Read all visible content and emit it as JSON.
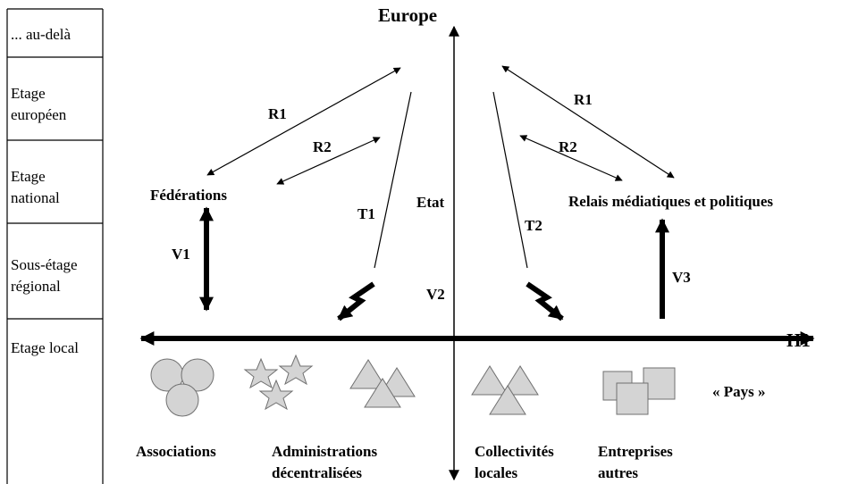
{
  "levels": [
    [
      "... au-delà"
    ],
    [
      "Etage",
      "européen"
    ],
    [
      "Etage",
      "national"
    ],
    [
      "Sous-étage",
      "régional"
    ],
    [
      "Etage local"
    ]
  ],
  "axes": {
    "vertical_top": "Europe",
    "vertical_middle": "Etat",
    "horizontal_right": "H1"
  },
  "links": {
    "r1_left": "R1",
    "r2_left": "R2",
    "r1_right": "R1",
    "r2_right": "R2",
    "t1": "T1",
    "t2": "T2",
    "v1": "V1",
    "v2": "V2",
    "v3": "V3"
  },
  "nodes": {
    "federations": "Fédérations",
    "relais": "Relais médiatiques et politiques",
    "pays": "« Pays »"
  },
  "actors": {
    "associations": [
      "Associations"
    ],
    "administrations": [
      "Administrations",
      "décentralisées"
    ],
    "collectivites": [
      "Collectivités",
      "locales"
    ],
    "entreprises": [
      "Entreprises",
      "autres"
    ]
  },
  "colors": {
    "shape_fill": "#d4d4d4",
    "shape_stroke": "#707070",
    "line": "#000000"
  }
}
